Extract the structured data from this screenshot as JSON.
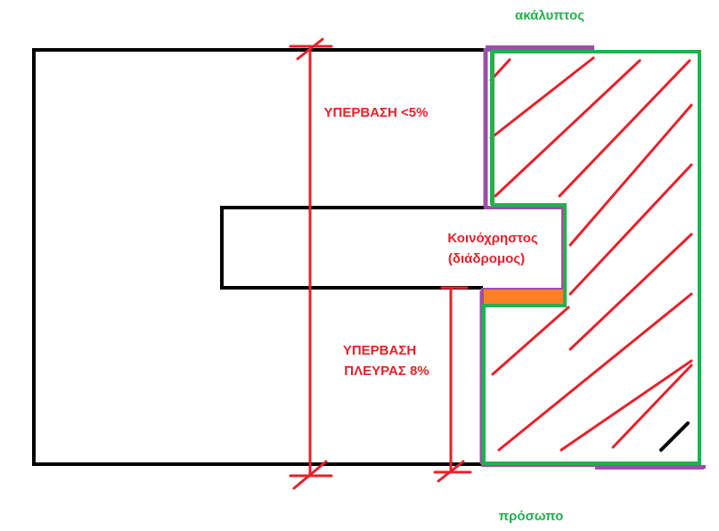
{
  "labels": {
    "top_green": "ακάλυπτος",
    "bottom_green": "πρόσωπο",
    "excess_5": "ΥΠΕΡΒΑΣΗ <5%",
    "corridor_line1": "Κοινόχρηστος",
    "corridor_line2": "(διάδρομος)",
    "excess_8_line1": "ΥΠΕΡΒΑΣΗ",
    "excess_8_line2": "ΠΛΕΥΡΑΣ 8%"
  },
  "colors": {
    "outline": "#000000",
    "dimension": "#e8202a",
    "hatch": "#e8202a",
    "green": "#22b14c",
    "purple": "#9d4ea8",
    "orange": "#ff7f27"
  },
  "icons": {
    "hatch": "diagonal-hatch-lines"
  }
}
